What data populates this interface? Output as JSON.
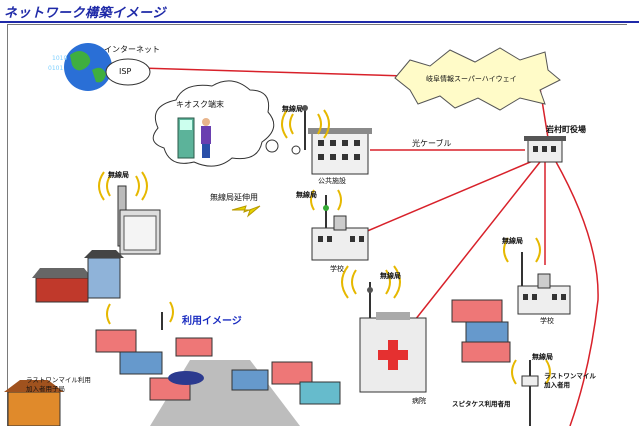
{
  "title": "ネットワーク構築イメージ",
  "labels": {
    "internet": "インターネット",
    "isp": "ISP",
    "highway": "岐阜情報スーパーハイウェイ",
    "kiosk": "キオスク端末",
    "musen_public": "無線局",
    "public_facility": "公共施設",
    "optical_cable": "光ケーブル",
    "town_office": "岩村町役場",
    "musen_left": "無線局",
    "relay": "無線局延伸用",
    "musen_school1": "無線局",
    "school1": "学校",
    "musen_school2": "無線局",
    "school2": "学校",
    "musen_hospital": "無線局",
    "hospital": "病院",
    "usage_image": "利用イメージ",
    "last_mile_equip": "ラストワンマイル利用\n加入者用子局",
    "musen_right": "無線局",
    "last_mile_user": "ラストワンマイル\n加入者用",
    "spectacle_user": "スピタケス利用者用"
  },
  "colors": {
    "link": "#d8212a",
    "title": "#1f2aa8",
    "cloud_fill": "#fffbc8",
    "wave": "#e6b800"
  }
}
